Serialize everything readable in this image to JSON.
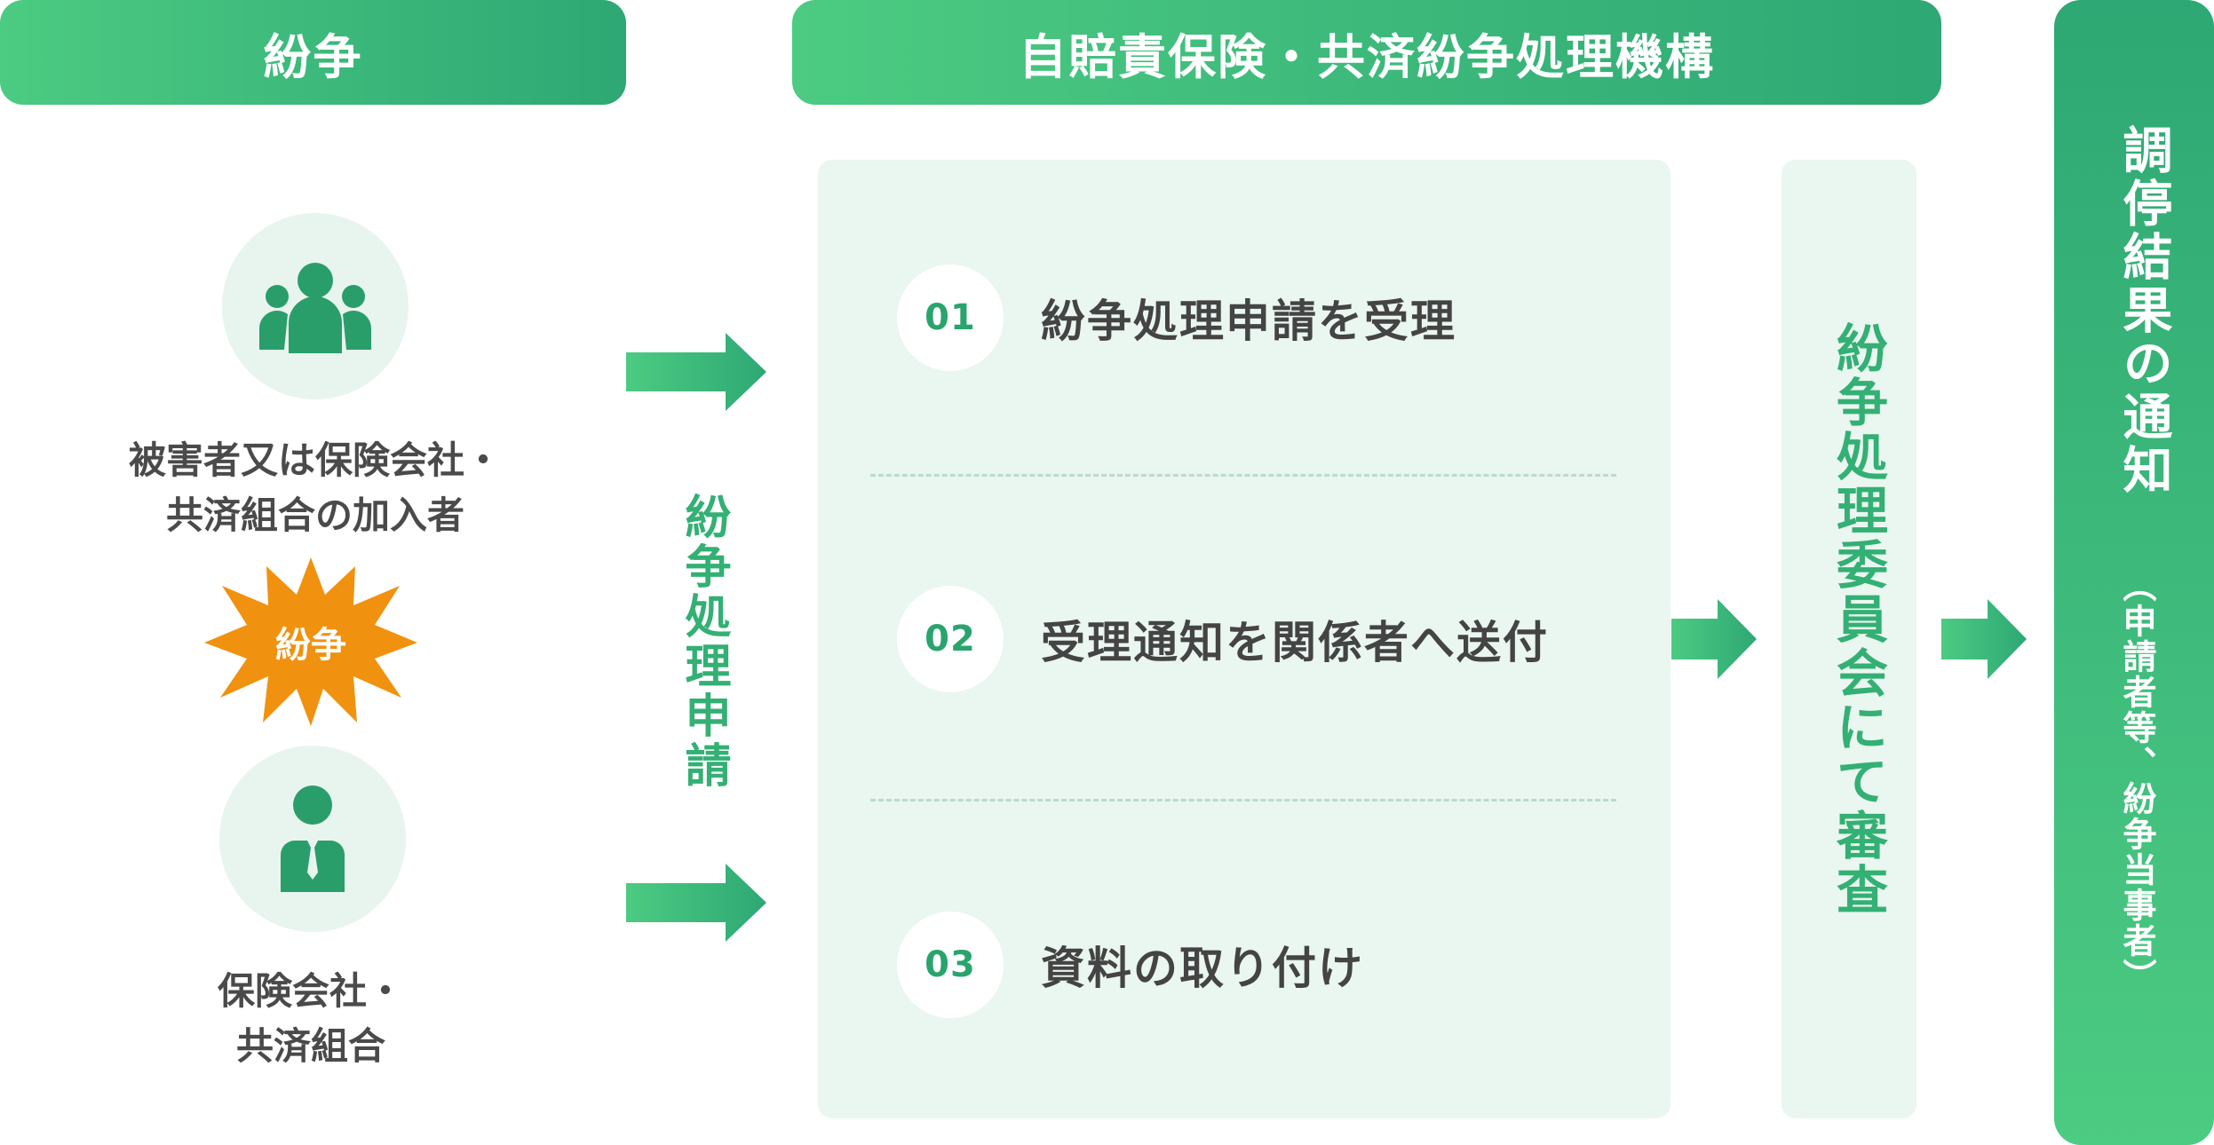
{
  "headers": {
    "dispute": "紛争",
    "organization": "自賠責保険・共済紛争処理機構"
  },
  "parties": {
    "claimant": "被害者又は保険会社・\n共済組合の加入者",
    "conflict_badge": "紛争",
    "insurer": "保険会社・\n共済組合"
  },
  "flow": {
    "application_label": "紛争処理申請",
    "steps": [
      {
        "num": "01",
        "text": "紛争処理申請を受理"
      },
      {
        "num": "02",
        "text": "受理通知を関係者へ送付"
      },
      {
        "num": "03",
        "text": "資料の取り付け"
      }
    ],
    "committee_label": "紛争処理委員会にて審査"
  },
  "result": {
    "title": "調停結果の通知",
    "note": "（申請者等、紛争当事者）"
  },
  "colors": {
    "green_light": "#4ccb82",
    "green_dark": "#2ea874",
    "panel_bg": "#eaf6f0",
    "icon_green": "#2a9e6a",
    "burst_orange": "#f0920f",
    "text_gray": "#444444"
  },
  "icons": [
    "group-icon",
    "person-icon",
    "burst-icon",
    "arrow-right-icon"
  ]
}
